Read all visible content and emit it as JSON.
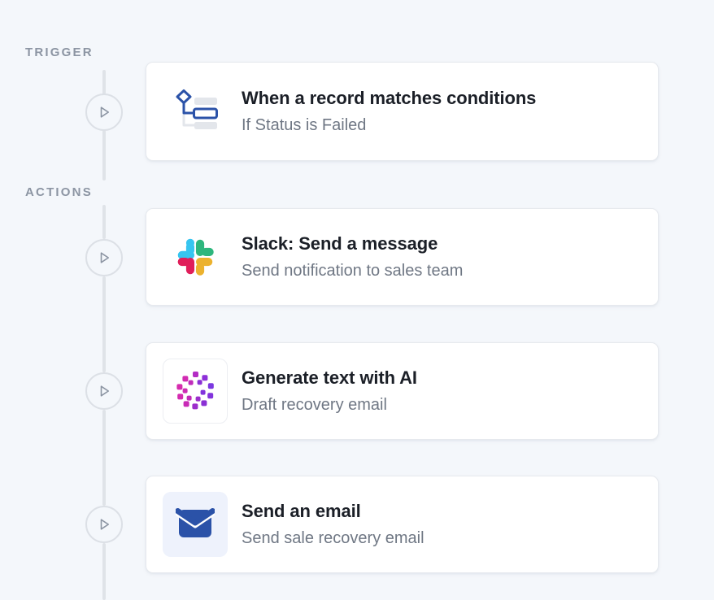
{
  "sections": [
    {
      "label": "TRIGGER"
    },
    {
      "label": "ACTIONS"
    }
  ],
  "colors": {
    "background": "#F4F7FB",
    "card_background": "#FFFFFF",
    "card_border": "#E6E9EE",
    "rail": "#DFE3E8",
    "section_label": "#8C95A3",
    "title": "#1B1F27",
    "subtitle": "#6F7784",
    "trigger_icon_blue": "#2B52A8",
    "trigger_icon_gray": "#DDE1E7",
    "slack_blue": "#36C5F0",
    "slack_green": "#2EB67D",
    "slack_red": "#E01E5A",
    "slack_yellow": "#ECB22E",
    "ai_magenta": "#D42BB0",
    "ai_purple": "#7B38E0",
    "email_tile": "#EEF2FC",
    "email_envelope": "#2B52A8"
  },
  "steps": [
    {
      "id": "trigger-record-matches-conditions",
      "icon": "flowchart-condition-icon",
      "title": "When a record matches conditions",
      "subtitle": "If Status is Failed",
      "run_icon": "play-icon"
    },
    {
      "id": "action-slack-send-message",
      "icon": "slack-icon",
      "title": "Slack: Send a message",
      "subtitle": "Send notification to sales team",
      "run_icon": "play-icon"
    },
    {
      "id": "action-generate-text-with-ai",
      "icon": "ai-sparkle-dots-icon",
      "title": "Generate text with AI",
      "subtitle": "Draft recovery email",
      "run_icon": "play-icon"
    },
    {
      "id": "action-send-an-email",
      "icon": "envelope-icon",
      "title": "Send an email",
      "subtitle": "Send sale recovery email",
      "run_icon": "play-icon"
    }
  ]
}
